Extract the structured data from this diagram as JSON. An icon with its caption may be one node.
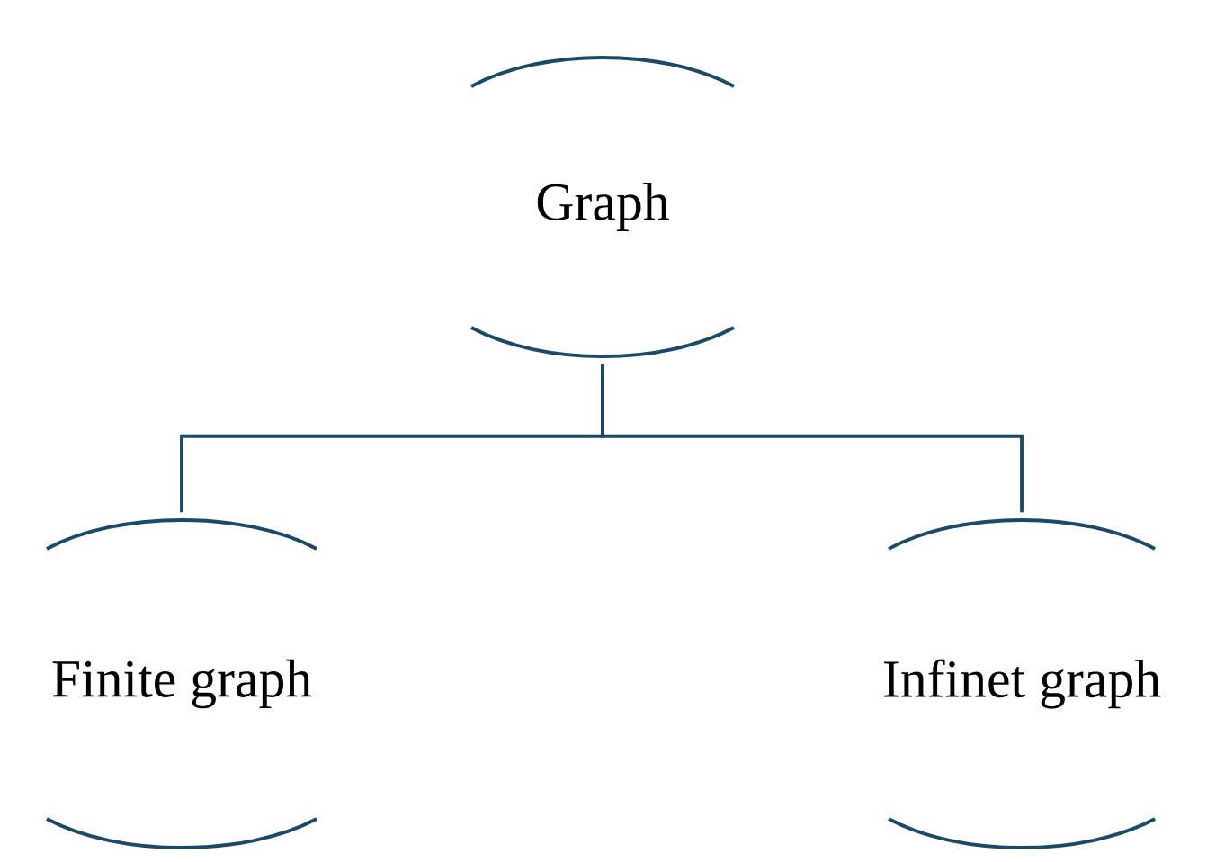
{
  "diagram": {
    "nodes": [
      {
        "text": [
          "Graph"
        ]
      },
      {
        "text": [
          "Finite graph"
        ]
      },
      {
        "text": [
          "Infinet graph"
        ]
      }
    ],
    "edges": [
      {
        "from": 0,
        "to": 1,
        "arrow": "none"
      },
      {
        "from": 0,
        "to": 2,
        "arrow": "none"
      }
    ]
  }
}
